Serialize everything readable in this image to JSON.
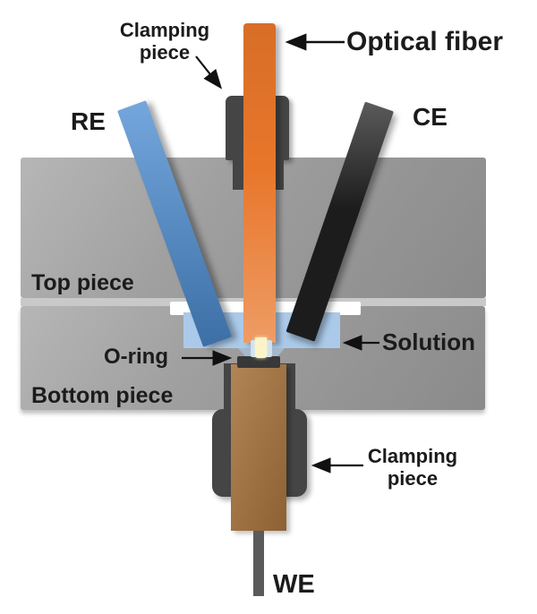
{
  "diagram": {
    "type": "schematic",
    "subject": "Optical-fiber spectroelectrochemical cell cross-section",
    "labels": {
      "clamping_top_line1": "Clamping",
      "clamping_top_line2": "piece",
      "optical_fiber": "Optical fiber",
      "re": "RE",
      "ce": "CE",
      "top_piece": "Top piece",
      "o_ring": "O-ring",
      "solution": "Solution",
      "bottom_piece": "Bottom piece",
      "clamping_bottom_line1": "Clamping",
      "clamping_bottom_line2": "piece",
      "we": "WE"
    },
    "annotations": [
      {
        "text": "Clamping piece",
        "points_to": "upper fiber clamp",
        "arrow_direction": "down-right"
      },
      {
        "text": "Optical fiber",
        "points_to": "orange vertical fiber",
        "arrow_direction": "left"
      },
      {
        "text": "Solution",
        "points_to": "light blue solution channel",
        "arrow_direction": "left"
      },
      {
        "text": "O-ring",
        "points_to": "dark seal under fiber tip",
        "arrow_direction": "right"
      },
      {
        "text": "Clamping piece",
        "points_to": "lower electrode clamp",
        "arrow_direction": "left"
      }
    ],
    "colors": {
      "optical_fiber": "#e8762a",
      "re_electrode": "#4d8ed3",
      "ce_electrode": "#1c1c1c",
      "we_electrode": "#a5713b",
      "solution": "#abcae9",
      "cell_body": "#9a9a9a",
      "clamp": "#454545",
      "o_ring": "#383838",
      "fiber_tip": "#fcf4c8",
      "background": "#ffffff",
      "label_text": "#1b1b1b"
    }
  }
}
